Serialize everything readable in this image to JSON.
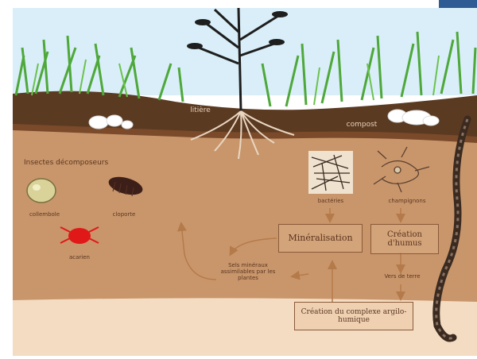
{
  "labels": {
    "litiere": "litière",
    "compost": "compost",
    "insects_title": "Insectes décomposeurs",
    "collembole": "collembole",
    "cloporte": "cloporte",
    "acarien": "acarien",
    "bacteries": "bactéries",
    "champignons": "champignons",
    "mineralisation": "Minéralisation",
    "creation_humus": "Création d'humus",
    "sels_mineraux": "Sels minéraux assimilables par les plantes",
    "vers_de_terre": "Vers de terre",
    "complexe": "Création du complexe argilo-humique"
  },
  "colors": {
    "sky": "#cfe9f7",
    "soil": "#c9966b",
    "soil_top": "#5b3a22",
    "deep": "#f3d8bb",
    "arrow": "#b57a4a"
  }
}
